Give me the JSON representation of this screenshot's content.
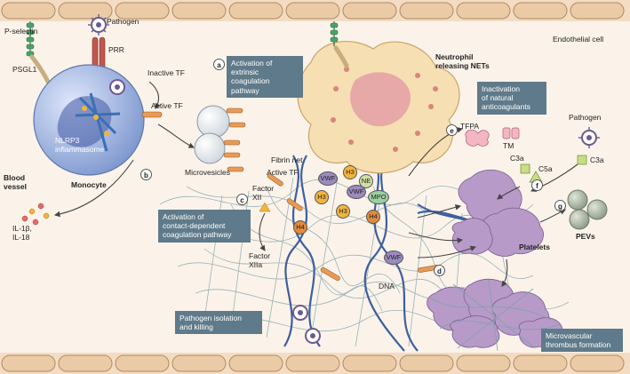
{
  "labels": {
    "p_selectin": "P-selectin",
    "pathogen_top": "Pathogen",
    "psgl1": "PSGL1",
    "prr": "PRR",
    "inactive_tf": "Inactive TF",
    "active_tf_top": "Active TF",
    "nlrp3": "NLRP3\ninflammasome",
    "monocyte": "Monocyte",
    "blood_vessel": "Blood\nvessel",
    "microvesicles": "Microvesicles",
    "il": "IL-1β,\nIL-18",
    "fibrin_net": "Fibrin net",
    "active_tf_mid": "Active TF",
    "factor_xii": "Factor\nXII",
    "factor_xiia": "Factor\nXIIa",
    "neutrophil": "Neutrophil\nreleasing NETs",
    "endothelial": "Endothelial cell",
    "tfpa": "TFPA",
    "tm": "TM",
    "pathogen_right": "Pathogen",
    "c3a_left": "C3a",
    "c5a": "C5a",
    "c3a_right": "C3a",
    "platelets": "Platelets",
    "pevs": "PEVs",
    "dna": "DNA"
  },
  "molecules": {
    "vwf": "VWF",
    "h3": "H3",
    "h4": "H4",
    "ne": "NE",
    "mpo": "MPO"
  },
  "boxes": {
    "a": "Activation of\nextrinsic\ncoagulation\npathway",
    "c": "Activation of\ncontact-dependent\ncoagulation pathway",
    "e": "Inactivation\nof natural\nanticoagulants",
    "isolation": "Pathogen isolation\nand killing",
    "thrombus": "Microvascular\nthrombus formation"
  },
  "badges": {
    "a": "a",
    "b": "b",
    "c": "c",
    "d": "d",
    "e": "e",
    "f": "f",
    "g": "g"
  },
  "colors": {
    "vessel_wall": "#e8c8a3",
    "monocyte": "#8ea6d6",
    "neutrophil": "#f6dfb3",
    "platelet": "#b79ac8",
    "pev": "#a9b5a3",
    "fibrin": "#7fa3a8",
    "dna": "#3d5f9e",
    "box": "#5f7a8a"
  }
}
